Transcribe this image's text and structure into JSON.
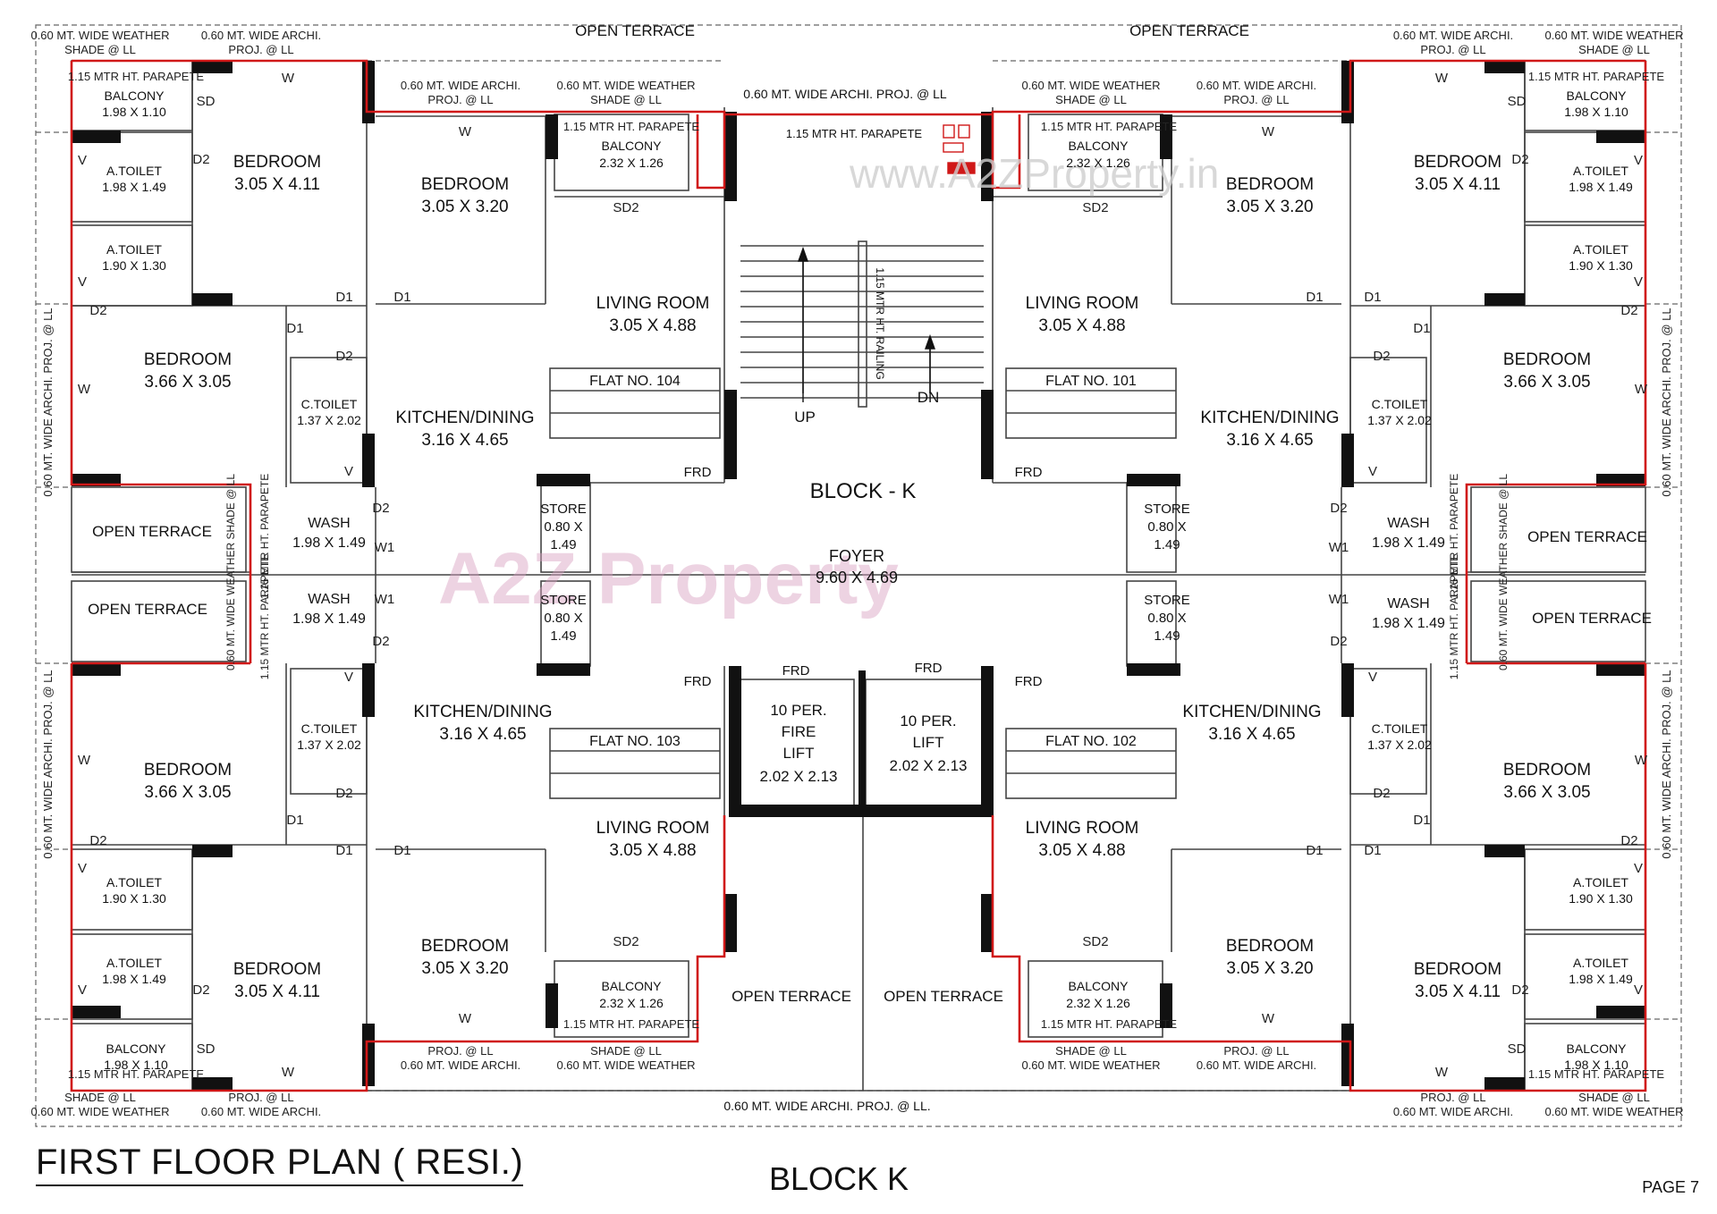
{
  "title": "FIRST FLOOR PLAN ( RESI.)",
  "block_footer": "BLOCK K",
  "page_label": "PAGE 7",
  "watermark_url": "www.A2ZProperty.in",
  "watermark_logo": "A2Z Property",
  "colors": {
    "wall": "#111111",
    "line": "#444444",
    "boundary": "#d01818",
    "dash": "#666666"
  },
  "center": {
    "block": "BLOCK - K",
    "foyer": "FOYER",
    "foyer_dim": "9.60 X 4.69",
    "up": "UP",
    "dn": "DN",
    "railing": "1.15 MTR HT. RAILING",
    "parapet_top": "1.15 MTR HT. PARAPETE",
    "proj_top": "0.60 MT. WIDE ARCHI. PROJ. @ LL",
    "proj_bottom": "0.60 MT. WIDE ARCHI. PROJ. @ LL.",
    "open_terrace": "OPEN TERRACE",
    "fire_lift": [
      "10 PER.",
      "FIRE",
      "LIFT",
      "2.02 X 2.13"
    ],
    "lift": [
      "10 PER.",
      "LIFT",
      "2.02 X 2.13"
    ],
    "frd": "FRD"
  },
  "rooms": {
    "bedroom": "BEDROOM",
    "living": "LIVING ROOM",
    "kitchen": "KITCHEN/DINING",
    "atoilet": "A.TOILET",
    "ctoilet": "C.TOILET",
    "balcony": "BALCONY",
    "wash": "WASH",
    "store": "STORE",
    "open_terrace": "OPEN TERRACE",
    "dims": {
      "bed_master": "3.05 X 4.11",
      "bed_mid": "3.05 X 3.20",
      "bed_side": "3.66 X 3.05",
      "living": "3.05 X 4.88",
      "kitchen": "3.16 X 4.65",
      "atoilet_a": "1.98 X 1.49",
      "atoilet_b": "1.90 X 1.30",
      "ctoilet": "1.37 X 2.02",
      "balcony_corner": "1.98 X 1.10",
      "balcony_mid": "2.32 X 1.26",
      "wash": "1.98 X 1.49",
      "store_a": "0.80 X",
      "store_b": "1.49"
    }
  },
  "flats": [
    "FLAT NO. 104",
    "FLAT NO. 101",
    "FLAT NO. 103",
    "FLAT NO. 102"
  ],
  "notes": {
    "weather_shade": "0.60 MT. WIDE WEATHER",
    "shade_ll": "SHADE @ LL",
    "archi": "0.60 MT. WIDE ARCHI.",
    "proj_ll": "PROJ. @ LL",
    "parapet": "1.15 MTR HT. PARAPETE",
    "parapet_v": "1.15 MTR HT. PARAPETE",
    "side_proj": "0.60 MT. WIDE ARCHI. PROJ. @ LL",
    "weather_v": "0.60 MT. WIDE WEATHER SHADE @ LL"
  },
  "marks": {
    "w": "W",
    "w1": "W1",
    "v": "V",
    "d1": "D1",
    "d2": "D2",
    "sd": "SD",
    "sd2": "SD2"
  }
}
